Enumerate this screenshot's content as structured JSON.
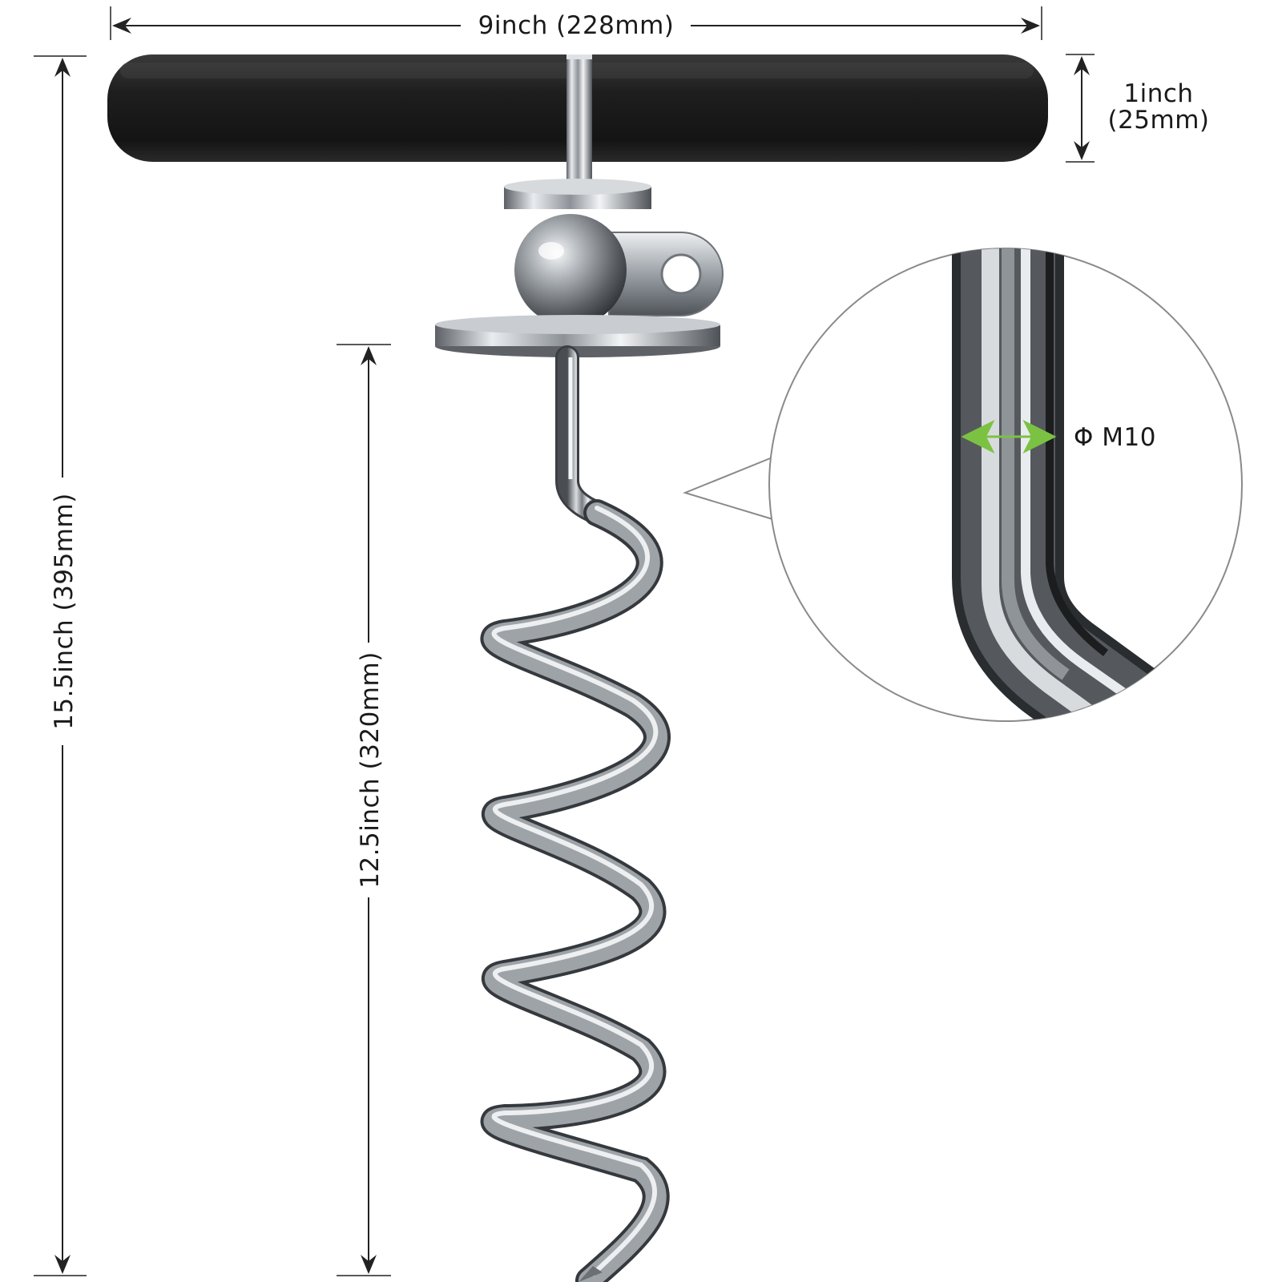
{
  "dimensions": {
    "width_label": "9inch (228mm)",
    "handle_height_label_line1": "1inch",
    "handle_height_label_line2": "(25mm)",
    "total_height_label": "15.5inch (395mm)",
    "screw_length_label": "12.5inch (320mm)",
    "diameter_label": "Φ M10"
  },
  "colors": {
    "handle": "#1c1c1c",
    "metal": "#b8bcc2",
    "dimension_line": "#222222",
    "diameter_arrow": "#7cc242"
  }
}
